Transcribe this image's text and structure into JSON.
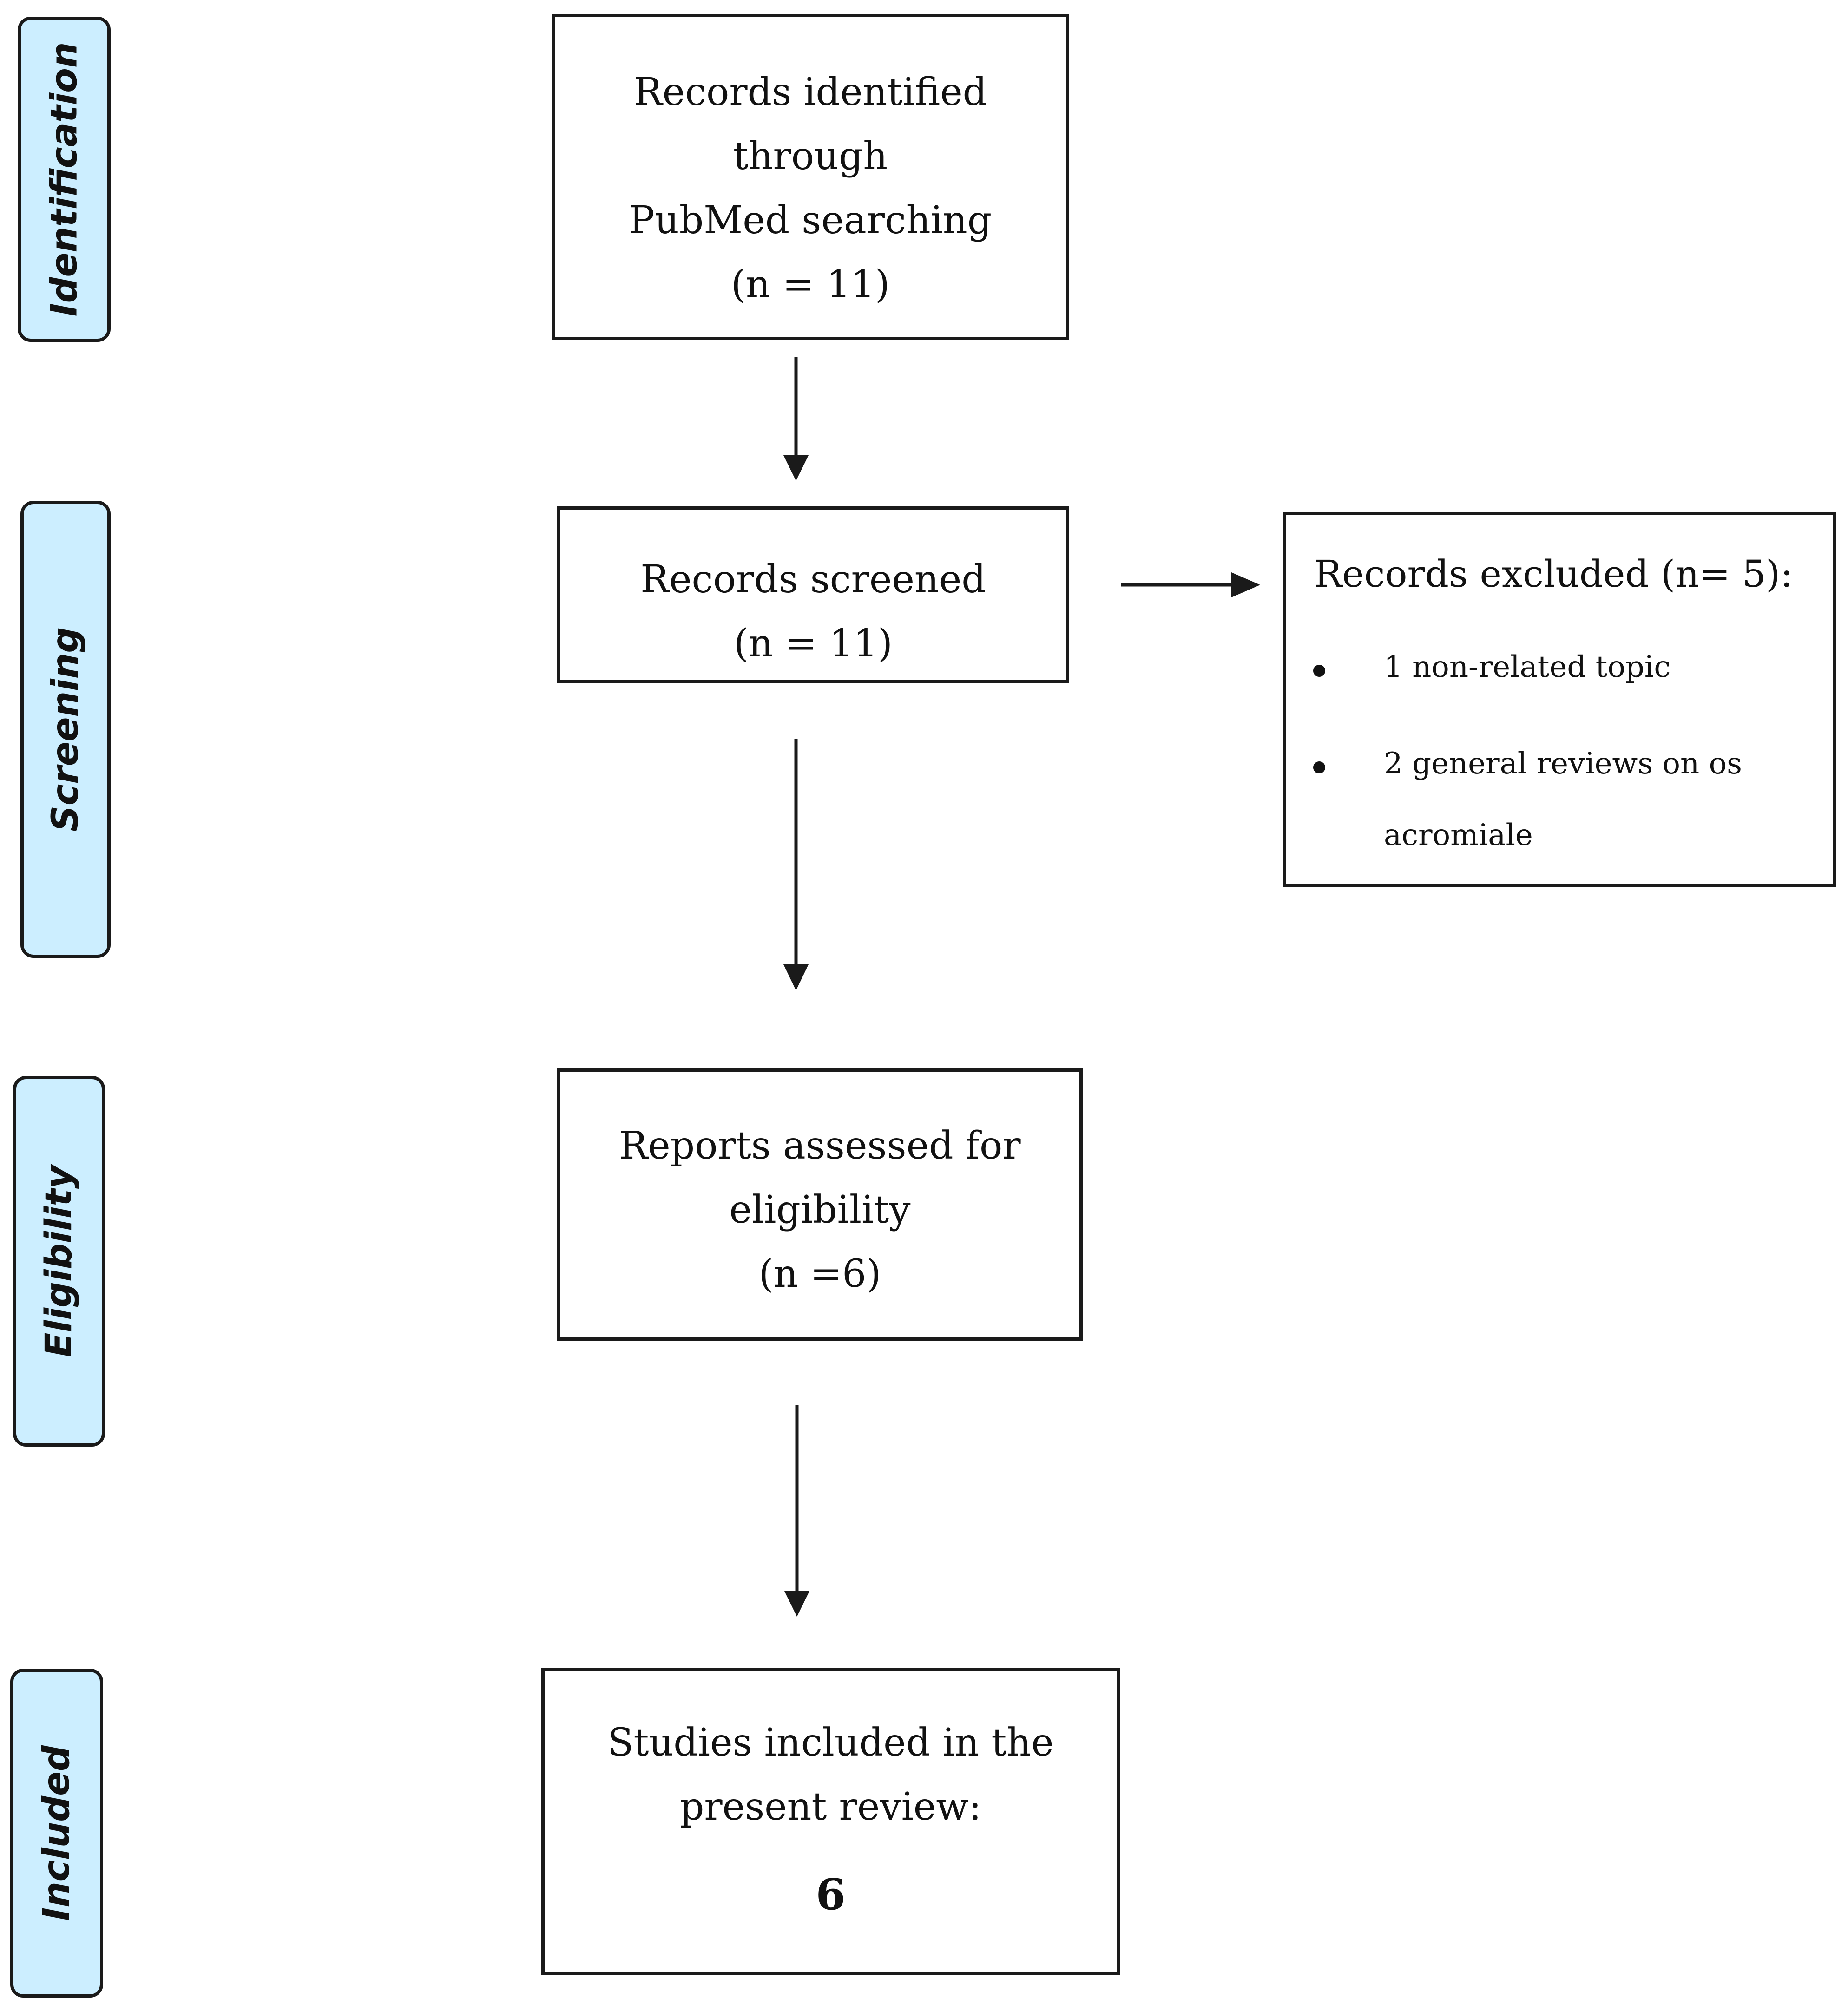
{
  "stages": {
    "identification": "Identification",
    "screening": "Screening",
    "eligibility": "Eligibility",
    "included": "Included"
  },
  "boxes": {
    "identified": {
      "lines": [
        "Records identified",
        "through",
        "PubMed searching",
        "(n = 11)"
      ]
    },
    "screened": {
      "lines": [
        "Records screened",
        "(n = 11)"
      ]
    },
    "excluded": {
      "title": "Records excluded (n= 5):",
      "items": [
        "1 non-related topic",
        "2 general reviews on os",
        "acromiale"
      ]
    },
    "eligibility": {
      "lines": [
        "Reports assessed for",
        "eligibility",
        "(n =6)"
      ]
    },
    "included": {
      "lines": [
        "Studies included in the",
        "present review:"
      ],
      "count": "6"
    }
  },
  "colors": {
    "stage_fill": "#cceeff",
    "stroke": "#1a1a1a"
  }
}
